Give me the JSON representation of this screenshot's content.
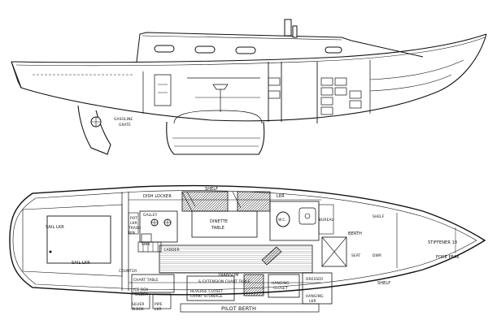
{
  "profile": {
    "labels": {
      "gasoline_grate": [
        "GASOLINE",
        "GRATE"
      ]
    }
  },
  "plan": {
    "labels": {
      "sail_lkr_upper": "SAIL LKR",
      "sail_lkr_lower": "SAIL LKR",
      "dish_locker": "DISH LOCKER",
      "shelf_top": "SHELF",
      "galley": "GALLEY",
      "pot_lkr": [
        "POT",
        "LKR"
      ],
      "trash_bin": [
        "TRASH",
        "BIN"
      ],
      "sink": "SINK",
      "dinette_table": [
        "DINETTE",
        "TABLE"
      ],
      "lkr": "LKR",
      "wc": "W.C.",
      "bureau": "BUREAU",
      "ladder": "LADDER",
      "berth": "BERTH",
      "seat": "SEAT",
      "dwr": "DWR",
      "shelf_bow_top": "SHELF",
      "stiffener": "STIFFENER 10",
      "fore_peak": "FORE PEAK",
      "counter": "COUNTER",
      "chart_table": "CHART TABLE",
      "transom": "TRANSOM",
      "extension_chart_table": "& EXTENSION CHART TABLE",
      "ice_box": [
        "ICE BOX",
        "UNDER"
      ],
      "reverse_closet": [
        "REVERSE CLOSET",
        "CHART STOWAGE"
      ],
      "hanging_closet": [
        "HANGING",
        "CLOSET"
      ],
      "dresser": "DRESSER",
      "hanging_lkr": [
        "HANGING",
        "LKR"
      ],
      "silver_wbox": [
        "SILVER",
        "W.BOX"
      ],
      "pipe_lkr": [
        "PIPE",
        "LKR"
      ],
      "pilot_berth": "PILOT BERTH",
      "shelf_bottom": "SHELF"
    }
  }
}
